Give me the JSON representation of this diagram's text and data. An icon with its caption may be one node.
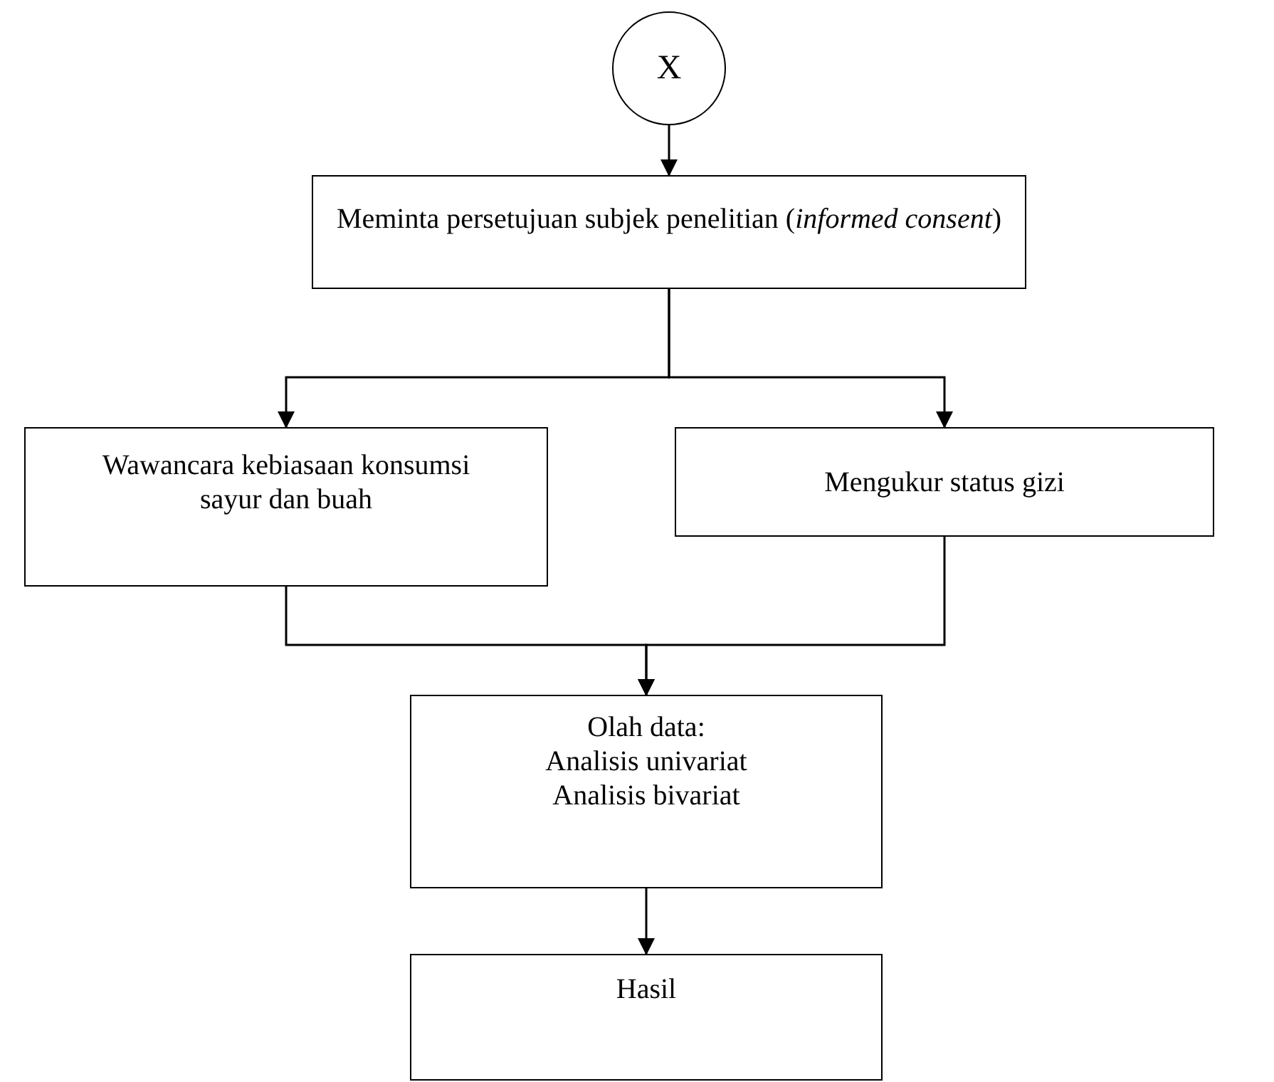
{
  "diagram": {
    "nodes": [
      {
        "text": [
          "X"
        ]
      },
      {
        "text": [
          "Meminta persetujuan subjek penelitian (*informed consent*)"
        ]
      },
      {
        "text": [
          "Wawancara kebiasaan konsumsi sayur dan buah"
        ]
      },
      {
        "text": [
          "Mengukur status gizi"
        ]
      },
      {
        "text": [
          "Olah data:",
          "Analisis univariat",
          "Analisis bivariat"
        ]
      },
      {
        "text": [
          "Hasil"
        ]
      }
    ],
    "edges": [
      {
        "from": 0,
        "to": 1,
        "arrow": "to"
      },
      {
        "from": 1,
        "to": 2,
        "arrow": "to"
      },
      {
        "from": 1,
        "to": 3,
        "arrow": "to"
      },
      {
        "from": 2,
        "to": 4,
        "arrow": "to"
      },
      {
        "from": 3,
        "to": 4,
        "arrow": "to"
      },
      {
        "from": 4,
        "to": 5,
        "arrow": "to"
      }
    ]
  }
}
